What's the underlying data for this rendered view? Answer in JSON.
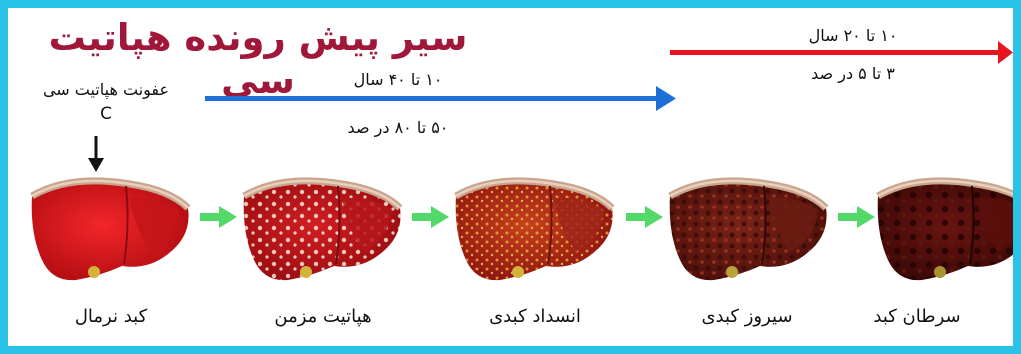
{
  "title": "سیر پیش رونده هپاتیت سی",
  "red_arrow": {
    "duration": "۱۰ تا ۲۰ سال",
    "rate": "۳ تا ۵ در صد"
  },
  "blue_arrow": {
    "duration": "۱۰ تا ۴۰ سال",
    "rate": "۵۰ تا ۸۰ در صد"
  },
  "infection": {
    "label": "عفونت هپاتیت سی",
    "letter": "C"
  },
  "stages": [
    {
      "label": "کبد نرمال"
    },
    {
      "label": "هپاتیت مزمن"
    },
    {
      "label": "انسداد کبدی"
    },
    {
      "label": "سیروز کبدی"
    },
    {
      "label": "سرطان کبد"
    }
  ],
  "colors": {
    "frame": "#29c3ea",
    "title": "#a0173a",
    "red_arrow": "#e8141e",
    "blue_arrow": "#1f6fd8",
    "green_arrow": "#52d96a"
  }
}
